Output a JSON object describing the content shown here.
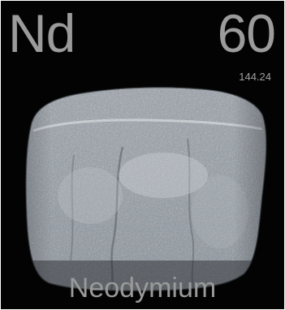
{
  "element": {
    "symbol": "Nd",
    "atomic_number": "60",
    "atomic_mass": "144.24",
    "name": "Neodymium"
  },
  "colors": {
    "background": "#030303",
    "text": "#9b9b9b",
    "sample_highlight": "#d9dde2",
    "sample_mid": "#8f969e",
    "sample_shadow": "#3f444a"
  },
  "image": {
    "subject_icon": "neodymium-metal-sample"
  }
}
